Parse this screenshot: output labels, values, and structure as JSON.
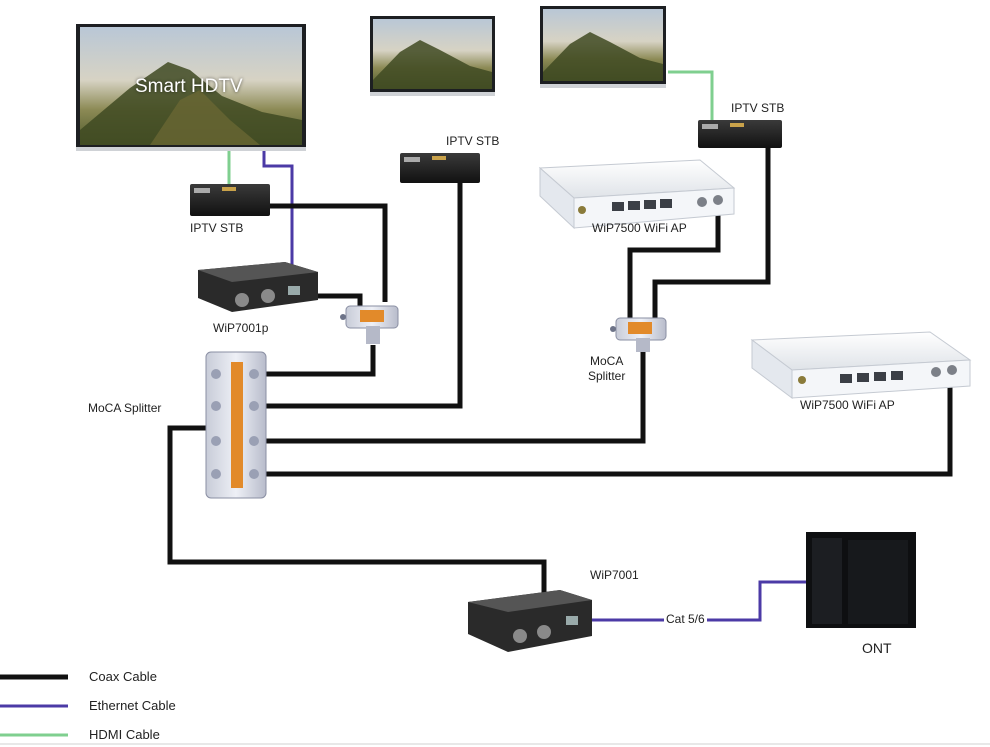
{
  "colors": {
    "coax": "#111111",
    "ethernet": "#4b3aa6",
    "hdmi": "#7fcf8f",
    "splitter_label": "#e28a2a"
  },
  "labels": {
    "smart_hdtv": "Smart HDTV",
    "iptv_stb_1": "IPTV STB",
    "iptv_stb_2": "IPTV STB",
    "iptv_stb_3": "IPTV STB",
    "wip7001p": "WiP7001p",
    "moca_splitter_main": "MoCA Splitter",
    "moca_splitter_2_line1": "MoCA",
    "moca_splitter_2_line2": "Splitter",
    "wip7500_ap_1": "WiP7500 WiFi AP",
    "wip7500_ap_2": "WiP7500 WiFi AP",
    "wip7001": "WiP7001",
    "cat56": "Cat 5/6",
    "ont": "ONT"
  },
  "legend": [
    {
      "label": "Coax Cable",
      "cable": "coax"
    },
    {
      "label": "Ethernet Cable",
      "cable": "ethernet"
    },
    {
      "label": "HDMI Cable",
      "cable": "hdmi"
    }
  ],
  "icons": {
    "tv": "tv-icon",
    "stb": "set-top-box-icon",
    "adapter": "moca-adapter-icon",
    "router": "wifi-router-icon",
    "splitter": "coax-splitter-icon",
    "ont": "ont-icon"
  }
}
